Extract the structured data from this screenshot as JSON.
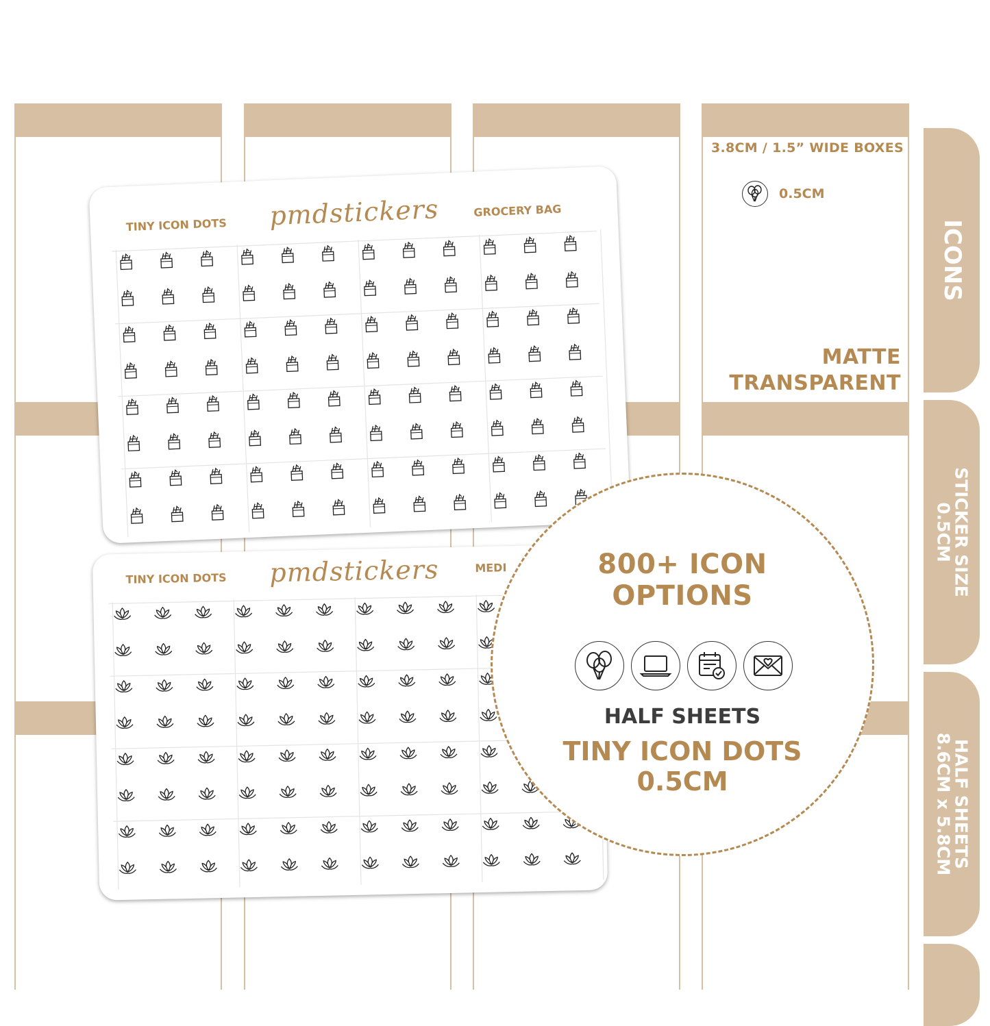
{
  "side_tabs": {
    "icons": "ICONS",
    "sticker_size_line1": "STICKER SIZE",
    "sticker_size_line2": "0.5CM",
    "half_sheets_line1": "HALF SHEETS",
    "half_sheets_line2": "8.6CM x 5.8CM"
  },
  "info": {
    "width_note": "3.8CM / 1.5” WIDE BOXES",
    "icon_size": "0.5CM",
    "finish_line1": "MATTE",
    "finish_line2": "TRANSPARENT"
  },
  "sheet_top": {
    "title": "TINY ICON DOTS",
    "brand": "pmdstickers",
    "label": "GROCERY BAG",
    "icon": "grocery-bag-icon",
    "rows": 8,
    "cols": 12
  },
  "sheet_bottom": {
    "title": "TINY ICON DOTS",
    "brand": "pmdstickers",
    "label": "MEDI",
    "icon": "lotus-icon",
    "rows": 8,
    "cols": 12
  },
  "badge": {
    "headline_line1": "800+ ICON",
    "headline_line2": "OPTIONS",
    "icons": [
      "balloons-icon",
      "laptop-icon",
      "calendar-check-icon",
      "heart-envelope-icon"
    ],
    "subline": "HALF SHEETS",
    "main_line1": "TINY ICON DOTS",
    "main_line2": "0.5CM"
  },
  "colors": {
    "tan": "#d6bfa2",
    "gold": "#b58a52",
    "dark": "#3d3d3d"
  }
}
